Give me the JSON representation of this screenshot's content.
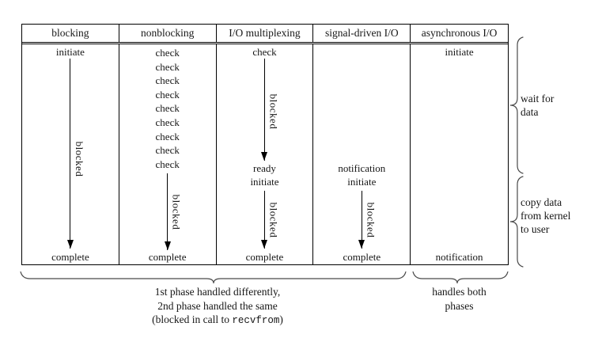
{
  "table": {
    "headers": [
      "blocking",
      "nonblocking",
      "I/O multiplexing",
      "signal-driven I/O",
      "asynchronous I/O"
    ],
    "columns": {
      "blocking": {
        "top": "initiate",
        "blocked": "blocked",
        "bottom": "complete"
      },
      "nonblocking": {
        "checks": [
          "check",
          "check",
          "check",
          "check",
          "check",
          "check",
          "check",
          "check",
          "check"
        ],
        "blocked": "blocked",
        "bottom": "complete"
      },
      "io_multiplexing": {
        "top": "check",
        "blocked_wait": "blocked",
        "ready": "ready",
        "initiate": "initiate",
        "blocked_copy": "blocked",
        "bottom": "complete"
      },
      "signal_driven": {
        "notification": "notification",
        "initiate": "initiate",
        "blocked": "blocked",
        "bottom": "complete"
      },
      "asynchronous": {
        "top": "initiate",
        "bottom": "notification"
      }
    }
  },
  "annotations": {
    "wait_for_data": {
      "line1": "wait for",
      "line2": "data"
    },
    "copy_data": {
      "line1": "copy data",
      "line2": "from kernel",
      "line3": "to user"
    },
    "first_phase": {
      "line1": "1st phase handled differently,",
      "line2": "2nd phase handled the same",
      "line3_prefix": "(blocked in call to ",
      "line3_code": "recvfrom",
      "line3_suffix": ")"
    },
    "handles_both": {
      "line1": "handles both",
      "line2": "phases"
    }
  }
}
